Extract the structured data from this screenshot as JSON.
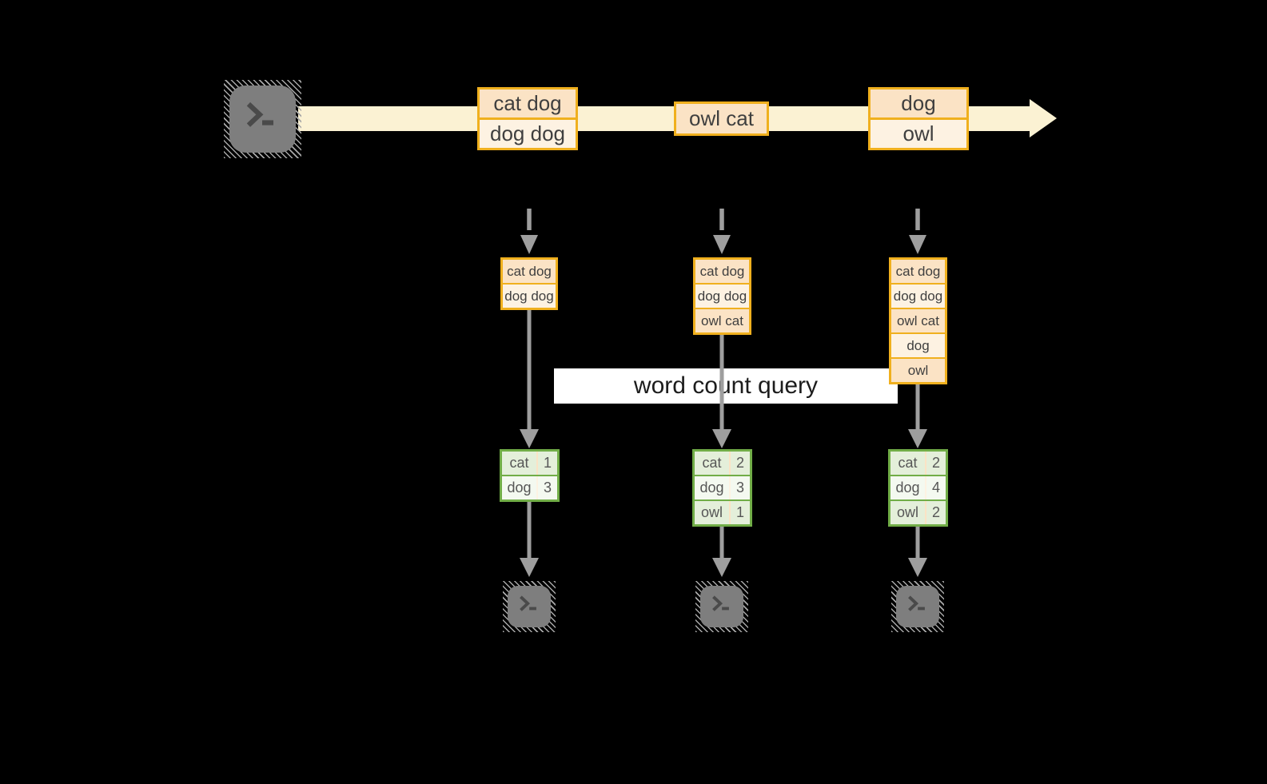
{
  "banner": {
    "label": "word count query"
  },
  "stream": {
    "source_icon": "terminal-icon",
    "batches": [
      {
        "rows": [
          "cat dog",
          "dog dog"
        ]
      },
      {
        "rows": [
          "owl cat"
        ]
      },
      {
        "rows": [
          "dog",
          "owl"
        ]
      }
    ]
  },
  "pipelines": [
    {
      "stack": [
        "cat dog",
        "dog dog"
      ],
      "counts": [
        {
          "word": "cat",
          "count": 1
        },
        {
          "word": "dog",
          "count": 3
        }
      ],
      "sink_icon": "terminal-icon"
    },
    {
      "stack": [
        "cat dog",
        "dog dog",
        "owl cat"
      ],
      "counts": [
        {
          "word": "cat",
          "count": 2
        },
        {
          "word": "dog",
          "count": 3
        },
        {
          "word": "owl",
          "count": 1
        }
      ],
      "sink_icon": "terminal-icon"
    },
    {
      "stack": [
        "cat dog",
        "dog dog",
        "owl cat",
        "dog",
        "owl"
      ],
      "counts": [
        {
          "word": "cat",
          "count": 2
        },
        {
          "word": "dog",
          "count": 4
        },
        {
          "word": "owl",
          "count": 2
        }
      ],
      "sink_icon": "terminal-icon"
    }
  ],
  "colors": {
    "accent_gold": "#F0B01E",
    "record_fill_dark": "#FBE3C5",
    "record_fill_light": "#FDF2E2",
    "band_cream": "#FBF2D3",
    "accent_green": "#71AD47",
    "count_fill_dark": "#E4EFDA",
    "count_fill_light": "#F4F9F0",
    "arrow_gray": "#9E9E9E"
  }
}
